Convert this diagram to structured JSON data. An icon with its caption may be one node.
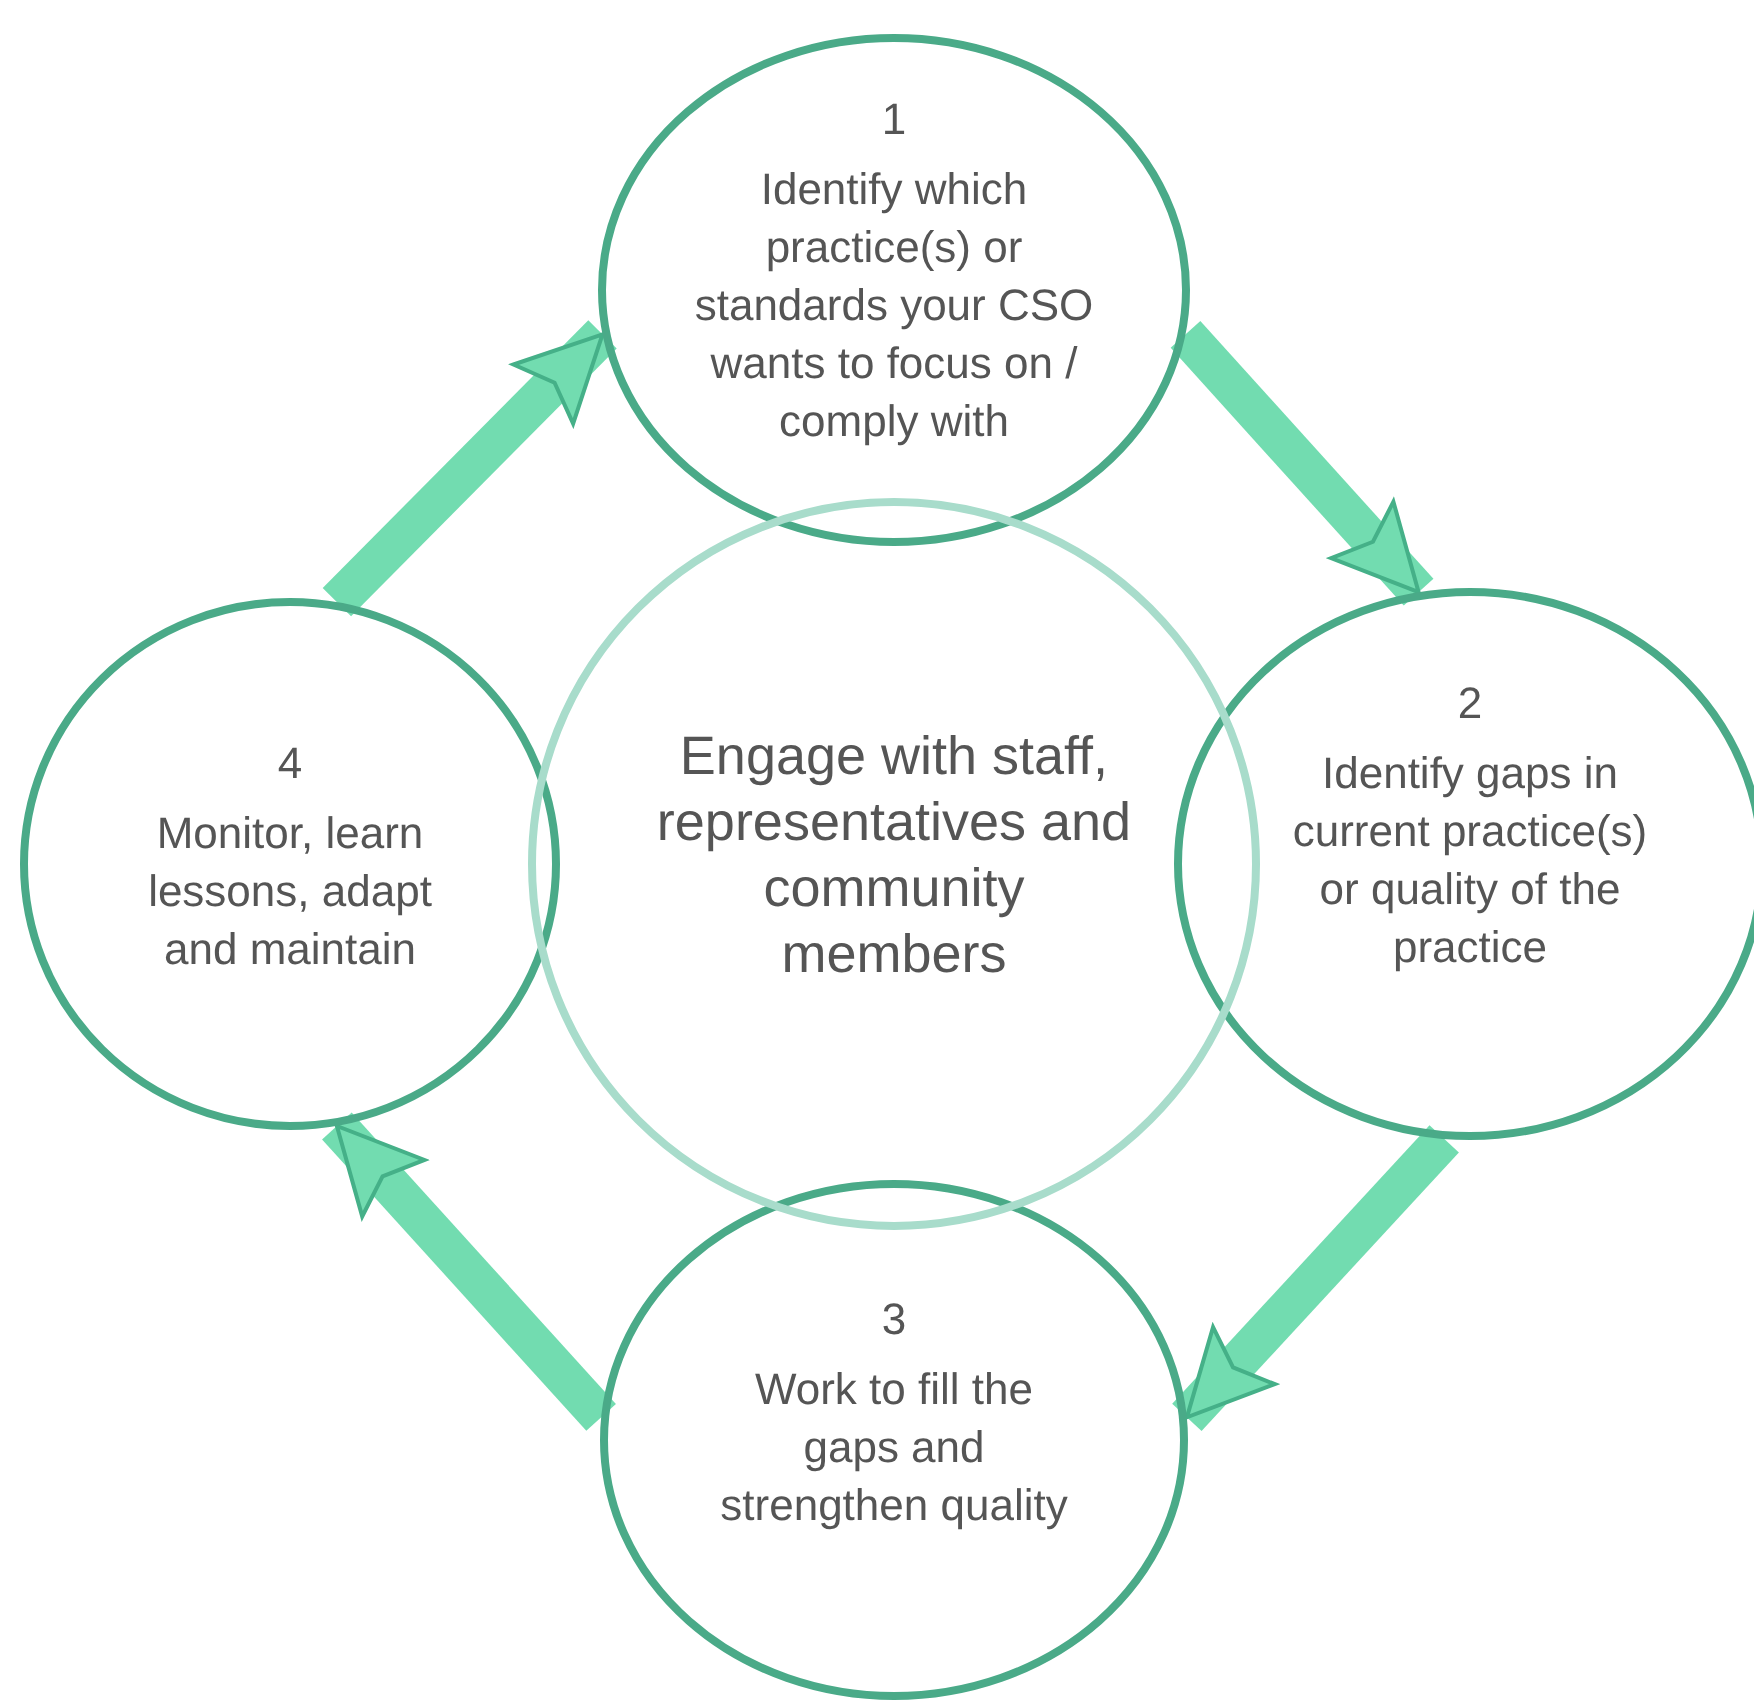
{
  "diagram": {
    "nodes": [
      {
        "text": [
          "1",
          "Identify which practice(s) or standards your CSO wants to focus on / comply with"
        ]
      },
      {
        "text": [
          "2",
          "Identify gaps in current practice(s) or quality of the practice"
        ]
      },
      {
        "text": [
          "3",
          "Work to fill the gaps and strengthen quality"
        ]
      },
      {
        "text": [
          "4",
          "Monitor, learn lessons, adapt and maintain"
        ]
      },
      {
        "text": [
          "Engage with staff, representatives and community members"
        ]
      }
    ],
    "edges": [
      {
        "from": 0,
        "to": 1,
        "arrow": "to"
      },
      {
        "from": 1,
        "to": 2,
        "arrow": "to"
      },
      {
        "from": 2,
        "to": 3,
        "arrow": "to"
      },
      {
        "from": 3,
        "to": 0,
        "arrow": "to"
      }
    ]
  }
}
